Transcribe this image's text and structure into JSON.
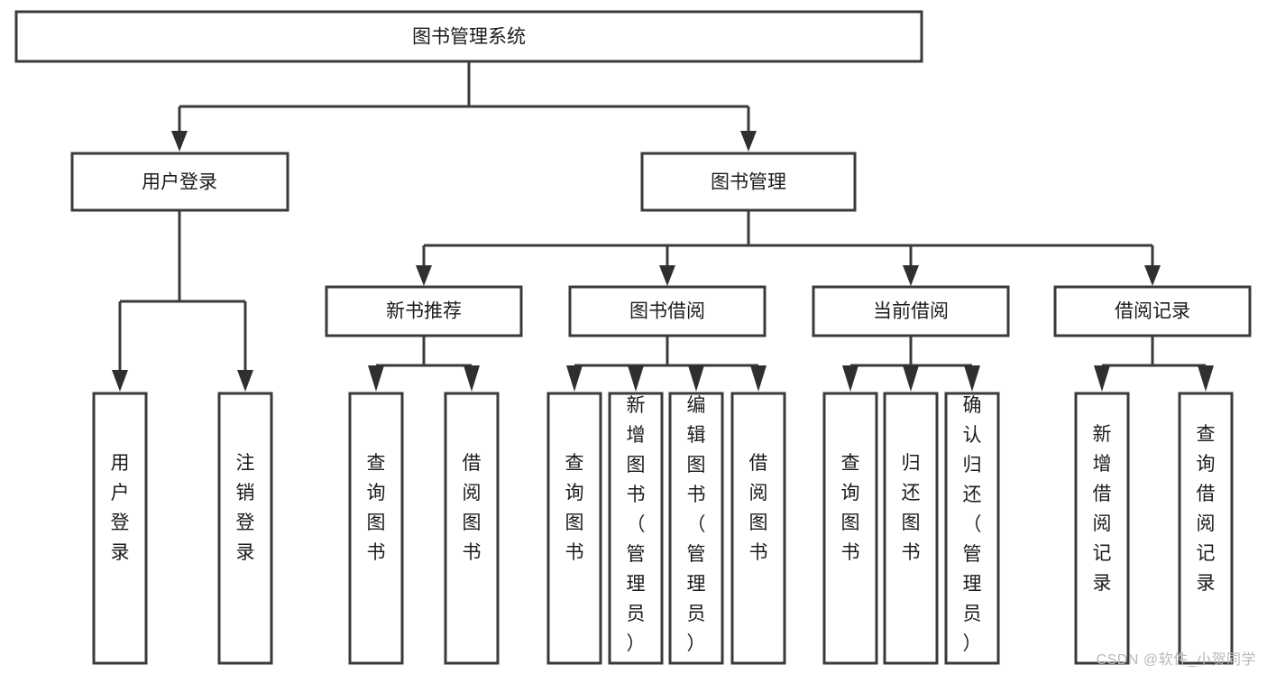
{
  "diagram": {
    "type": "tree-flowchart",
    "title": "图书管理系统",
    "orientation": "top-down",
    "watermark": "CSDN @软件_小贺同学",
    "colors": {
      "box_fill": "#ffffff",
      "box_stroke": "#3a3a3a",
      "connector": "#3a3a3a",
      "text": "#1b1b1b",
      "watermark": "#b9b9b9",
      "background": "#ffffff"
    },
    "nodes": {
      "root": {
        "label": "图书管理系统"
      },
      "level2": [
        {
          "label": "用户登录"
        },
        {
          "label": "图书管理"
        }
      ],
      "level3": [
        {
          "label": "新书推荐"
        },
        {
          "label": "图书借阅"
        },
        {
          "label": "当前借阅"
        },
        {
          "label": "借阅记录"
        }
      ],
      "leaves_user_login": [
        {
          "label": "用户登录"
        },
        {
          "label": "注销登录"
        }
      ],
      "leaves_new_books": [
        {
          "label": "查询图书"
        },
        {
          "label": "借阅图书"
        }
      ],
      "leaves_borrow": [
        {
          "label": "查询图书"
        },
        {
          "label": "新增图书（管理员）"
        },
        {
          "label": "编辑图书（管理员）"
        },
        {
          "label": "借阅图书"
        }
      ],
      "leaves_current": [
        {
          "label": "查询图书"
        },
        {
          "label": "归还图书"
        },
        {
          "label": "确认归还（管理员）"
        }
      ],
      "leaves_records": [
        {
          "label": "新增借阅记录"
        },
        {
          "label": "查询借阅记录"
        }
      ]
    }
  }
}
